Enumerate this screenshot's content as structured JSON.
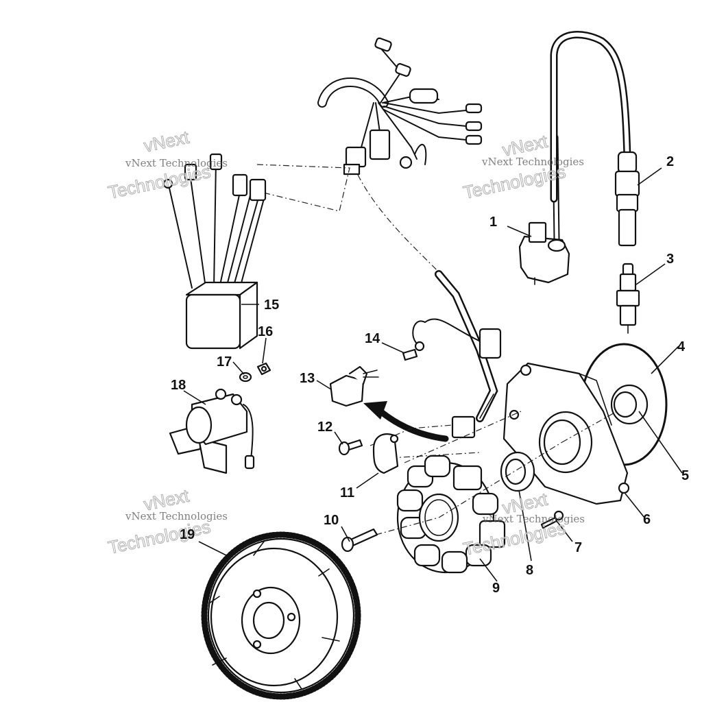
{
  "watermark": {
    "line1": "vNext Technologies",
    "line2": "vNext",
    "line3": "Technologies"
  },
  "callouts": [
    {
      "id": "1",
      "label": "1"
    },
    {
      "id": "2",
      "label": "2"
    },
    {
      "id": "3",
      "label": "3"
    },
    {
      "id": "4",
      "label": "4"
    },
    {
      "id": "5",
      "label": "5"
    },
    {
      "id": "6",
      "label": "6"
    },
    {
      "id": "7",
      "label": "7"
    },
    {
      "id": "8",
      "label": "8"
    },
    {
      "id": "9",
      "label": "9"
    },
    {
      "id": "10",
      "label": "10"
    },
    {
      "id": "11",
      "label": "11"
    },
    {
      "id": "12",
      "label": "12"
    },
    {
      "id": "13",
      "label": "13"
    },
    {
      "id": "14",
      "label": "14"
    },
    {
      "id": "15",
      "label": "15"
    },
    {
      "id": "16",
      "label": "16"
    },
    {
      "id": "17",
      "label": "17"
    },
    {
      "id": "18",
      "label": "18"
    },
    {
      "id": "19",
      "label": "19"
    }
  ]
}
